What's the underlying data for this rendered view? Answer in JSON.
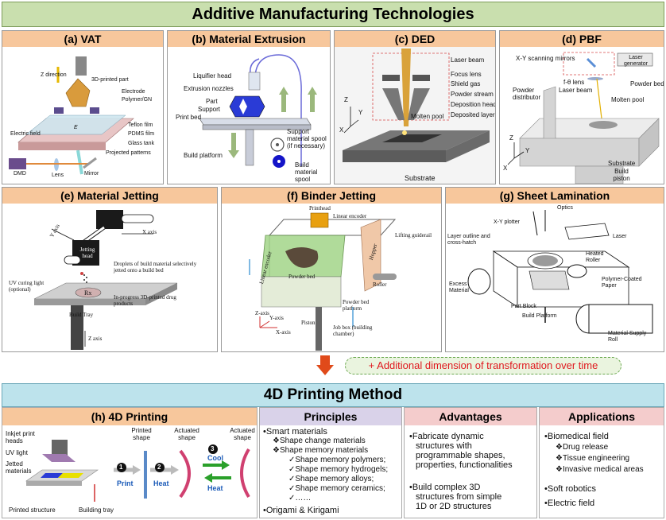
{
  "header": {
    "title": "Additive Manufacturing Technologies"
  },
  "panels": {
    "vat": {
      "title": "(a) VAT",
      "labels": [
        "Z direction",
        "3D-printed part",
        "Electrode",
        "Polymer/GN",
        "Teflon film",
        "PDMS film",
        "Electric field",
        "Glass tank",
        "Projected patterns",
        "DMD",
        "Lens",
        "Mirror",
        "E"
      ]
    },
    "extrusion": {
      "title": "(b) Material Extrusion",
      "labels": [
        "Liquifier head",
        "Extrusion nozzles",
        "Part",
        "Support",
        "Print bed",
        "Build platform",
        "Support material spool (if necessary)",
        "Build material spool"
      ]
    },
    "ded": {
      "title": "(c) DED",
      "labels": [
        "Laser beam",
        "Focus lens",
        "Shield gas",
        "Powder stream",
        "Deposition head",
        "Molten pool",
        "Deposited layer",
        "Substrate",
        "Z",
        "Y",
        "X"
      ]
    },
    "pbf": {
      "title": "(d) PBF",
      "labels": [
        "X-Y scanning mirrors",
        "Laser generator",
        "f-θ lens",
        "Laser beam",
        "Powder distributor",
        "Powder bed",
        "Molten pool",
        "Substrate",
        "Build piston",
        "Z",
        "Y",
        "X"
      ]
    },
    "jetting": {
      "title": "(e) Material Jetting",
      "labels": [
        "X axis",
        "Y axis",
        "Jetting head",
        "Droplets of build material selectively jetted onto a build bed",
        "UV curing light (optional)",
        "In-progress 3D-printed drug products",
        "Build Tray",
        "Z axis",
        "Rx"
      ]
    },
    "binder": {
      "title": "(f) Binder Jetting",
      "labels": [
        "Printhead",
        "Linear encoder",
        "Lifting guiderail",
        "Linear encoder",
        "Hopper",
        "Roller",
        "Powder bed",
        "Powder bed platform",
        "Piston",
        "Job box (building chamber)",
        "Z-axis",
        "Y-axis",
        "X-axis"
      ]
    },
    "sheet": {
      "title": "(g) Sheet Lamination",
      "labels": [
        "X-Y plotter",
        "Optics",
        "Laser",
        "Layer outline and cross-hatch",
        "Heated Roller",
        "Polymer-Coated Paper",
        "Excess Material",
        "Part Block",
        "Build Platform",
        "Material Supply Roll"
      ]
    }
  },
  "transition": {
    "text": "+ Additional dimension of transformation over time"
  },
  "section2": {
    "title": "4D Printing Method"
  },
  "printing4d": {
    "title": "(h) 4D Printing",
    "labels": {
      "inkjet": "Inkjet print heads",
      "uv": "UV light",
      "jetted": "Jetted materials",
      "printed_structure": "Printed structure",
      "tray": "Building tray",
      "printed_shape": "Printed shape",
      "actuated1": "Actuated shape",
      "actuated2": "Actuated shape",
      "step1": "1",
      "step2": "2",
      "step3": "3",
      "print": "Print",
      "heat": "Heat",
      "cool": "Cool",
      "heat2": "Heat"
    }
  },
  "principles": {
    "title": "Principles",
    "items": [
      "•Smart materials",
      "❖Shape change materials",
      "❖Shape memory materials",
      "✓Shape memory polymers;",
      "✓Shape memory hydrogels;",
      "✓Shape memory alloys;",
      "✓Shape memory ceramics;",
      "✓……",
      "•Origami & Kirigami"
    ]
  },
  "advantages": {
    "title": "Advantages",
    "items": [
      "•Fabricate dynamic",
      "structures with",
      "programmable shapes,",
      "properties, functionalities",
      "•Build complex 3D",
      "structures from simple",
      "1D or 2D structures"
    ]
  },
  "applications": {
    "title": "Applications",
    "items": [
      "•Biomedical field",
      "❖Drug release",
      "❖Tissue engineering",
      "❖Invasive medical areas",
      "•Soft robotics",
      "•Electric field"
    ]
  },
  "colors": {
    "banner": "#c9dfae",
    "panel_title": "#f7c79c",
    "section2": "#bde3ec",
    "principles": "#d9d2e9",
    "advantages": "#f4cccc",
    "applications": "#f4cccc",
    "accent_red": "#e0191f"
  }
}
